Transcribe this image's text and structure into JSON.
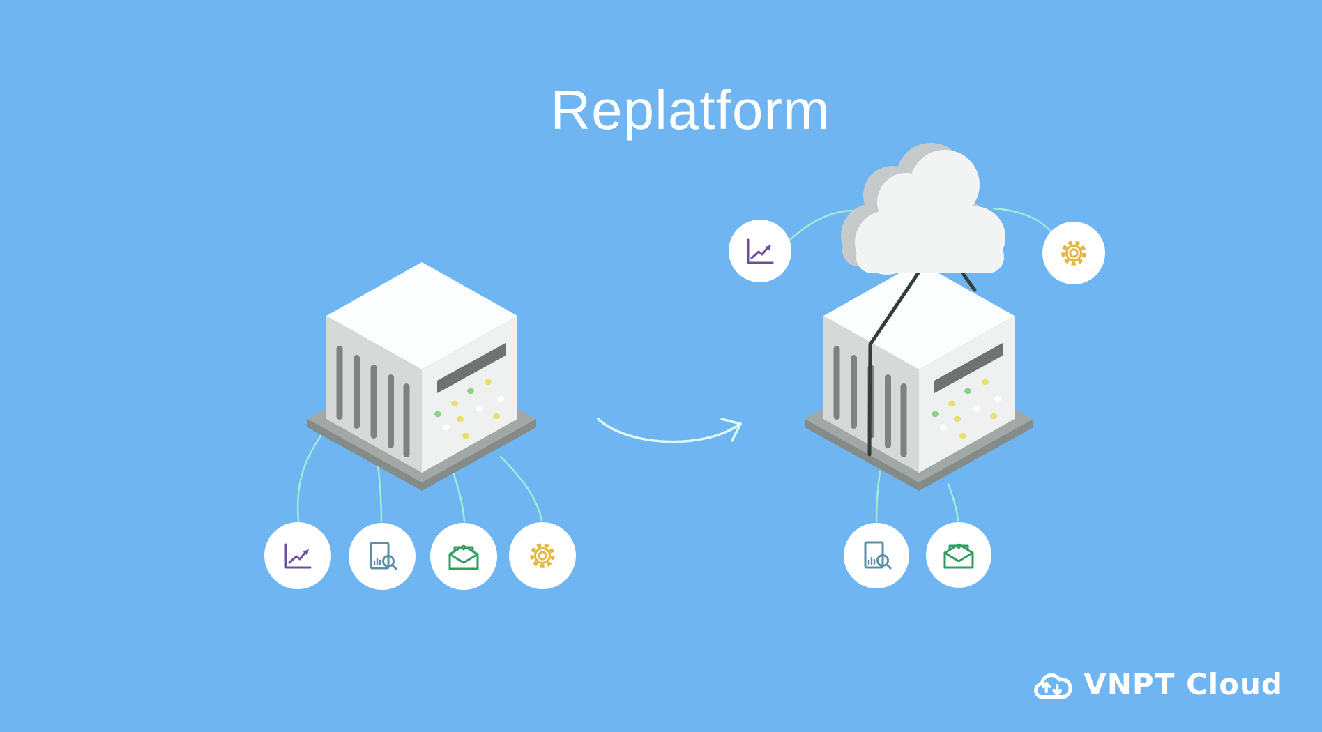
{
  "title": "Replatform",
  "logo": {
    "brand": "VNPT Cloud",
    "icon": "cloud-up-down-arrows-icon"
  },
  "colors": {
    "background": "#6FB5F2",
    "title_text": "#FFFFFF",
    "logo_text": "#FFFFFF",
    "connector": "#A3EBD6",
    "arrow": "#DEFBF2",
    "tether": "#333E37",
    "server_top": "#FCFDFD",
    "server_left": "#D7D9D8",
    "server_right": "#EFF1F0",
    "slat": "#7E8382",
    "slot": "#6E7370",
    "base_top": "#A2A8A6",
    "base_side": "#858B89",
    "cloud_front": "#F2F4F4",
    "cloud_back": "#C7CACA",
    "badge": "#FFFFFF",
    "dot_green": "#85D584",
    "dot_yellow": "#E8E06A",
    "dot_white": "#FFFFFF",
    "icon_chart": "#6B4F9E",
    "icon_report": "#5B8FA8",
    "icon_mail": "#2E9E60",
    "icon_gear": "#E5B63C"
  },
  "left_server": {
    "icons": [
      "trend-chart",
      "report-search",
      "mail",
      "gear"
    ]
  },
  "right_server": {
    "has_cloud": true,
    "icons_top": [
      "trend-chart",
      "gear"
    ],
    "icons_bottom": [
      "report-search",
      "mail"
    ]
  },
  "arrow": {
    "direction": "left-to-right"
  }
}
